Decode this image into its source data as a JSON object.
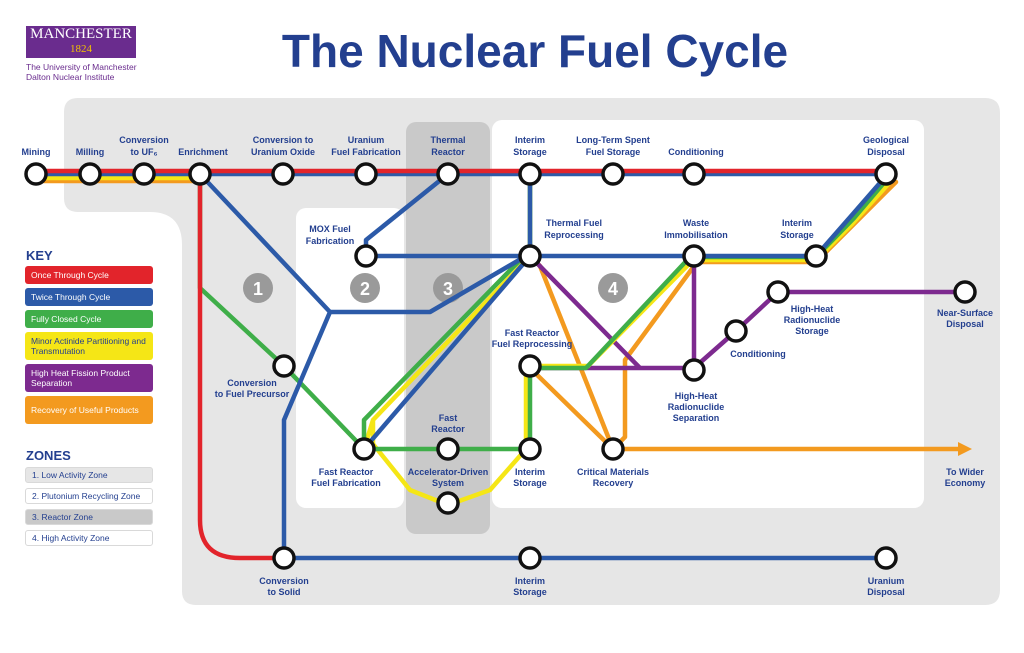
{
  "header": {
    "logo_name": "MANCHESTER",
    "logo_year": "1824",
    "institution_line1": "The University of Manchester",
    "institution_line2": "Dalton Nuclear Institute",
    "title": "The Nuclear Fuel Cycle"
  },
  "colors": {
    "title": "#233f8f",
    "once_through": "#e2242b",
    "twice_through": "#2c5aa8",
    "fully_closed": "#3fae49",
    "minor_actinide": "#f5e616",
    "high_heat": "#7d2a8f",
    "recovery": "#f39a1f",
    "zone_low": "#e6e6e6",
    "zone_plutonium": "#ffffff",
    "zone_reactor": "#c9c9c9",
    "zone_high": "#ffffff"
  },
  "key": {
    "heading": "KEY",
    "items": [
      {
        "label": "Once Through Cycle",
        "color": "#e2242b"
      },
      {
        "label": "Twice Through Cycle",
        "color": "#2c5aa8"
      },
      {
        "label": "Fully Closed Cycle",
        "color": "#3fae49"
      },
      {
        "label": "Minor Actinide Partitioning and Transmutation",
        "color": "#f5e616"
      },
      {
        "label": "High Heat Fission Product Separation",
        "color": "#7d2a8f"
      },
      {
        "label": "Recovery of Useful Products",
        "color": "#f39a1f"
      }
    ]
  },
  "zones": {
    "heading": "ZONES",
    "items": [
      {
        "label": "1. Low Activity Zone"
      },
      {
        "label": "2. Plutonium Recycling Zone"
      },
      {
        "label": "3. Reactor Zone"
      },
      {
        "label": "4. High Activity Zone"
      }
    ],
    "badges": [
      "1",
      "2",
      "3",
      "4"
    ]
  },
  "stations": {
    "mining": "Mining",
    "milling": "Milling",
    "conversion_uf6": [
      "Conversion",
      "to UF₆"
    ],
    "enrichment": "Enrichment",
    "conversion_uranium_oxide": [
      "Conversion to",
      "Uranium Oxide"
    ],
    "uranium_fuel_fabrication": [
      "Uranium",
      "Fuel Fabrication"
    ],
    "thermal_reactor": [
      "Thermal",
      "Reactor"
    ],
    "interim_storage_top": [
      "Interim",
      "Storage"
    ],
    "long_term_spent_fuel_storage": [
      "Long-Term Spent",
      "Fuel Storage"
    ],
    "conditioning_top": "Conditioning",
    "geological_disposal": [
      "Geological",
      "Disposal"
    ],
    "mox_fuel_fabrication": [
      "MOX Fuel",
      "Fabrication"
    ],
    "thermal_fuel_reprocessing": [
      "Thermal Fuel",
      "Reprocessing"
    ],
    "waste_immobilisation": [
      "Waste",
      "Immobilisation"
    ],
    "interim_storage_right": [
      "Interim",
      "Storage"
    ],
    "high_heat_radionuclide_storage": [
      "High-Heat",
      "Radionuclide",
      "Storage"
    ],
    "near_surface_disposal": [
      "Near-Surface",
      "Disposal"
    ],
    "conditioning_mid": "Conditioning",
    "conversion_fuel_precursor": [
      "Conversion",
      "to Fuel Precursor"
    ],
    "fast_reactor_fuel_reprocessing": [
      "Fast Reactor",
      "Fuel Reprocessing"
    ],
    "high_heat_radionuclide_separation": [
      "High-Heat",
      "Radionuclide",
      "Separation"
    ],
    "fast_reactor": [
      "Fast",
      "Reactor"
    ],
    "fast_reactor_fuel_fabrication": [
      "Fast Reactor",
      "Fuel Fabrication"
    ],
    "accelerator_driven_system": [
      "Accelerator-Driven",
      "System"
    ],
    "interim_storage_mid": [
      "Interim",
      "Storage"
    ],
    "critical_materials_recovery": [
      "Critical Materials",
      "Recovery"
    ],
    "to_wider_economy": [
      "To Wider",
      "Economy"
    ],
    "conversion_solid": [
      "Conversion",
      "to Solid"
    ],
    "interim_storage_bottom": [
      "Interim",
      "Storage"
    ],
    "uranium_disposal": [
      "Uranium",
      "Disposal"
    ]
  }
}
